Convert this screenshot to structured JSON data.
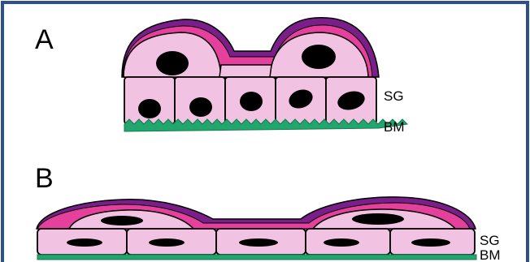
{
  "panels": [
    {
      "letter": "A",
      "labels": [
        "SG",
        "BM"
      ]
    },
    {
      "letter": "B",
      "labels": [
        "SG",
        "BM"
      ]
    }
  ],
  "colors": {
    "frame": "#2f4f8f",
    "cell_fill": "#f2c2e2",
    "cell_outline": "#000000",
    "pink_layer": "#e4409c",
    "purple_layer": "#7a1f8a",
    "basement_membrane": "#21a66e",
    "nucleus": "#000000"
  }
}
